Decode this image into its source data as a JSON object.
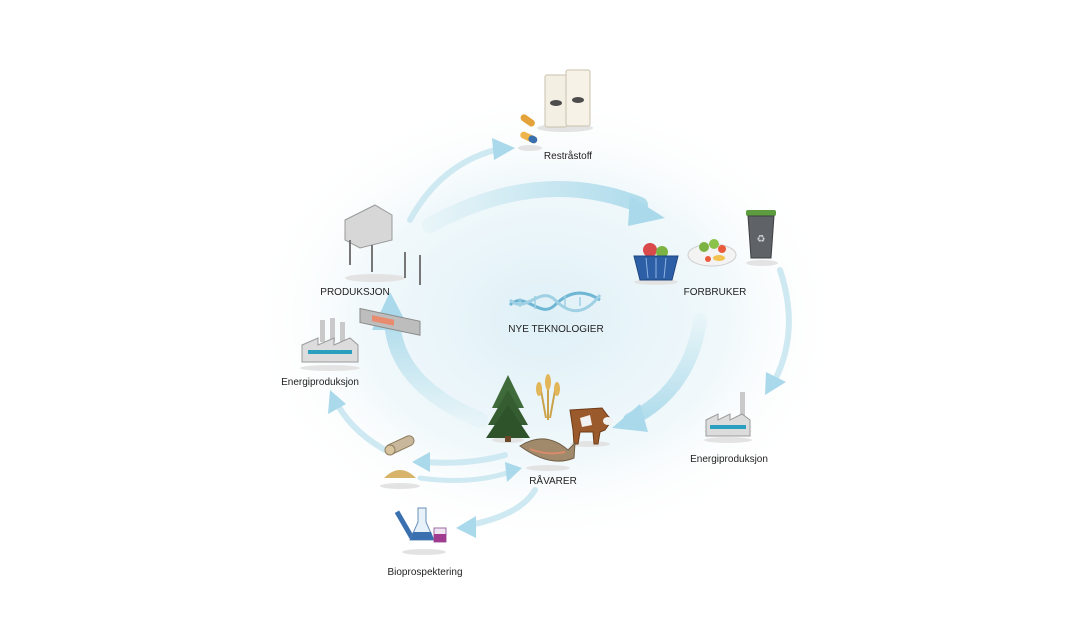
{
  "diagram": {
    "center_label": "NYE TEKNOLOGIER",
    "nodes": {
      "restrastoff": "Restråstoff",
      "forbruker": "FORBRUKER",
      "produksjon": "PRODUKSJON",
      "energi_left": "Energiproduksjon",
      "energi_right": "Energiproduksjon",
      "ravarer": "RÅVARER",
      "bioprospektering": "Bioprospektering"
    },
    "colors": {
      "arrow": "#bfe3ef",
      "glow": "#dff0f6",
      "dna": "#6fb6d4"
    },
    "icons": [
      "fish-oil-bags-icon",
      "capsules-icon",
      "food-processing-machine-icon",
      "shopping-basket-icon",
      "food-plate-icon",
      "recycling-bin-icon",
      "factory-icon",
      "dna-helix-icon",
      "spruce-tree-icon",
      "wheat-icon",
      "cow-icon",
      "salmon-icon",
      "wood-pellets-icon",
      "lab-flasks-icon"
    ]
  }
}
